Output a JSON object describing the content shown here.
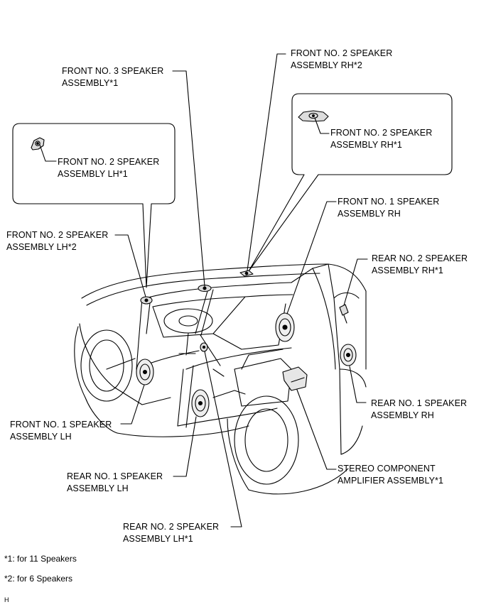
{
  "labels": {
    "front3": "FRONT NO. 3 SPEAKER\nASSEMBLY*1",
    "front2_rh2": "FRONT NO. 2 SPEAKER\nASSEMBLY RH*2",
    "front2_lh1": "FRONT NO. 2 SPEAKER\nASSEMBLY LH*1",
    "front2_rh1": "FRONT NO. 2 SPEAKER\nASSEMBLY RH*1",
    "front1_rh": "FRONT NO. 1 SPEAKER\nASSEMBLY RH",
    "front2_lh2": "FRONT NO. 2 SPEAKER\nASSEMBLY LH*2",
    "rear2_rh1": "REAR NO. 2 SPEAKER\nASSEMBLY RH*1",
    "rear1_rh": "REAR NO. 1 SPEAKER\nASSEMBLY RH",
    "front1_lh": "FRONT NO. 1 SPEAKER\nASSEMBLY LH",
    "amp": "STEREO COMPONENT\nAMPLIFIER ASSEMBLY*1",
    "rear1_lh": "REAR NO. 1 SPEAKER\nASSEMBLY LH",
    "rear2_lh1": "REAR NO. 2 SPEAKER\nASSEMBLY LH*1"
  },
  "notes": {
    "n1": "*1: for 11 Speakers",
    "n2": "*2: for 6 Speakers"
  },
  "corner_mark": "H"
}
